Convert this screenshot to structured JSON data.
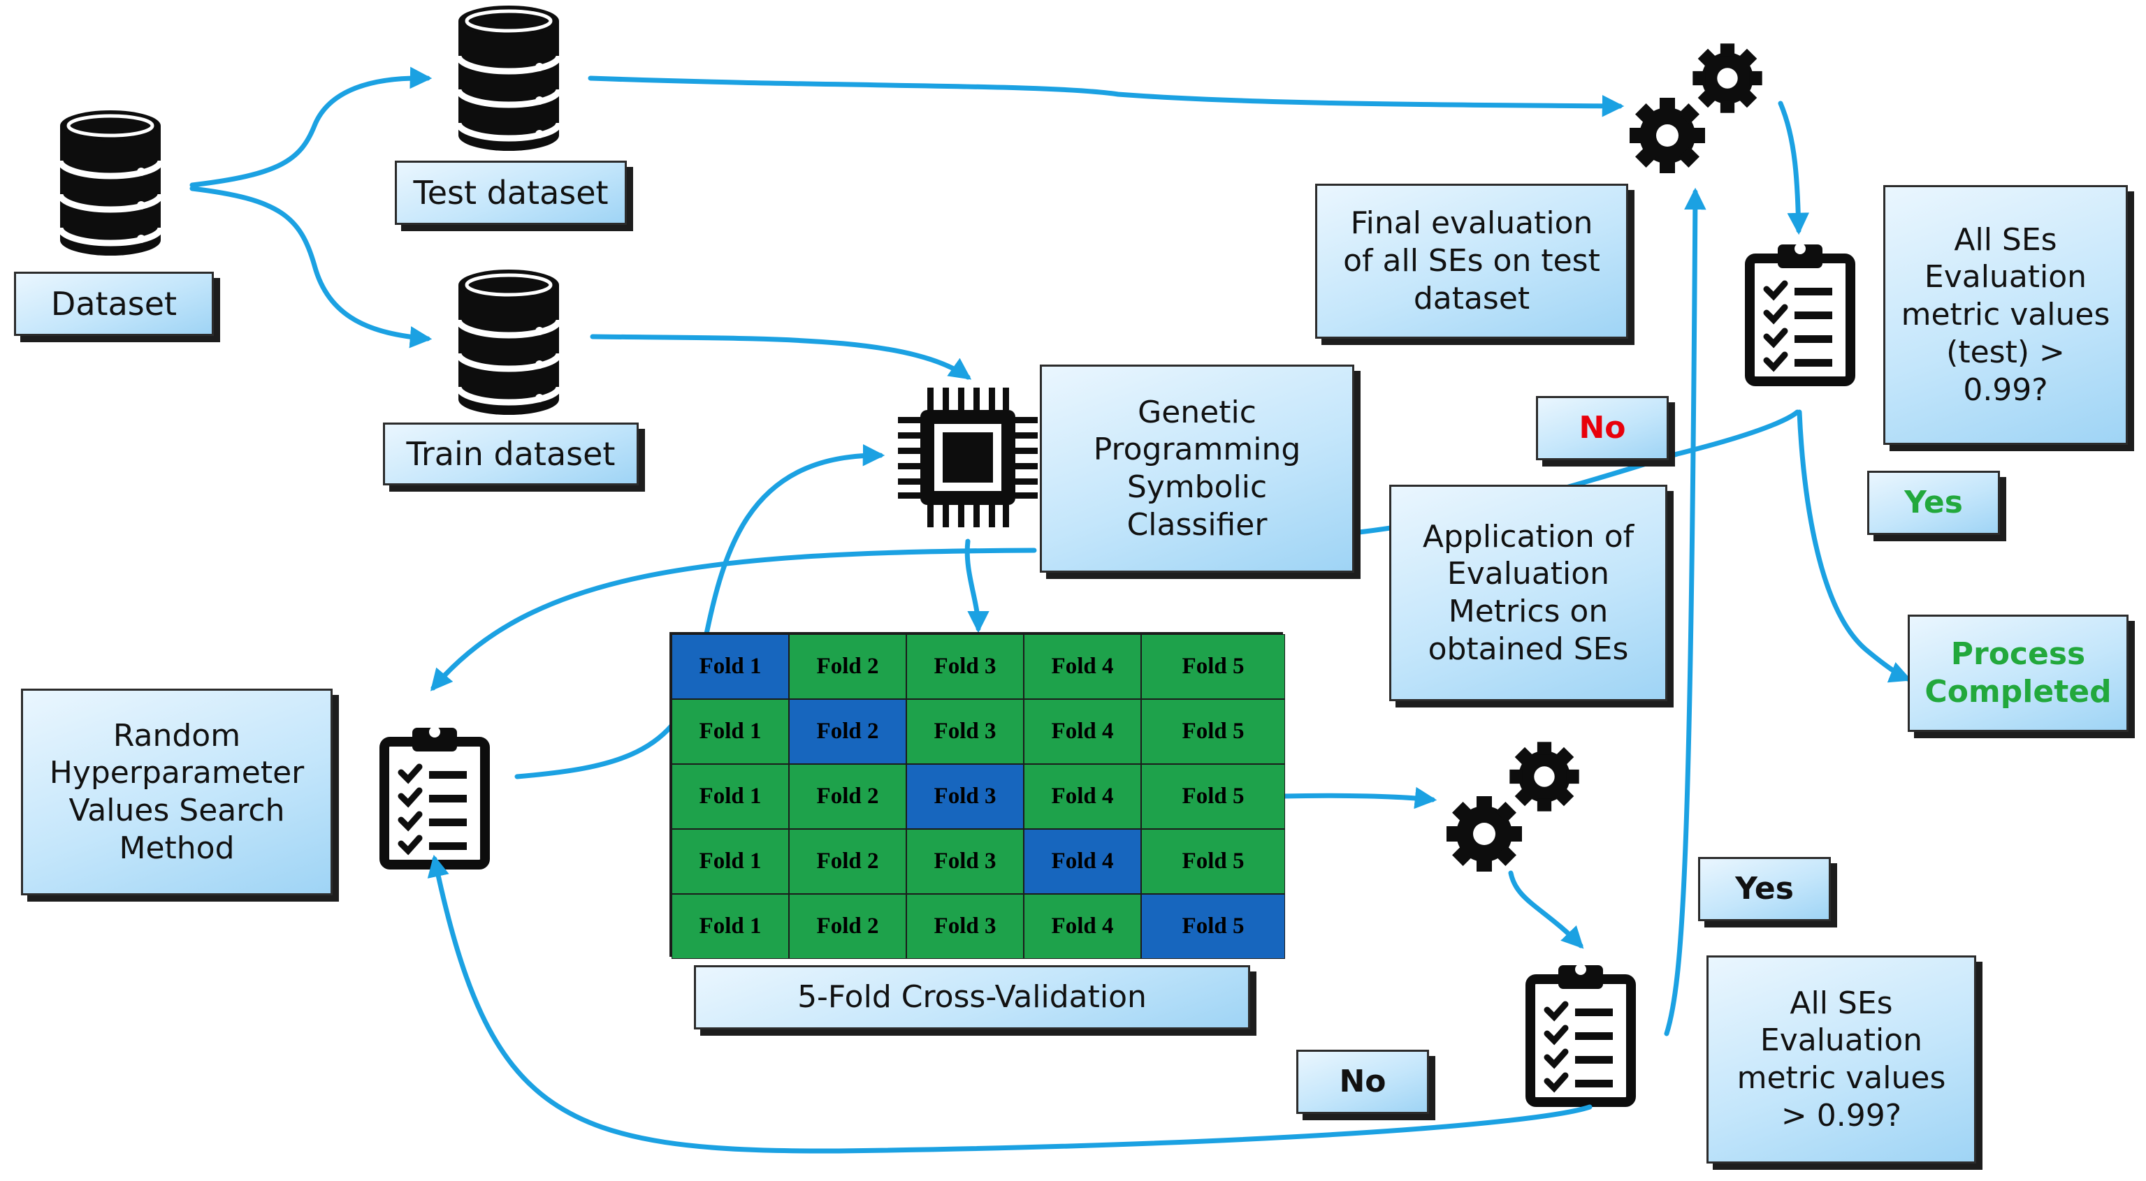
{
  "labels": {
    "dataset": "Dataset",
    "test_dataset": "Test dataset",
    "train_dataset": "Train dataset",
    "gp_classifier": "Genetic Programming Symbolic Classifier",
    "random_search": "Random Hyperparameter Values Search Method",
    "cross_validation": "5-Fold Cross-Validation",
    "final_evaluation": "Final evaluation of all SEs on test dataset",
    "application_metrics": "Application of Evaluation Metrics on obtained SEs",
    "all_ses_test": "All SEs Evaluation metric values (test) > 0.99?",
    "all_ses_cv": "All SEs Evaluation metric values > 0.99?",
    "no_top": "No",
    "yes_top": "Yes",
    "process_completed": "Process Completed",
    "yes_bottom": "Yes",
    "no_bottom": "No"
  },
  "folds": [
    [
      "Fold 1",
      "Fold 2",
      "Fold 3",
      "Fold 4",
      "Fold 5"
    ],
    [
      "Fold 1",
      "Fold 2",
      "Fold 3",
      "Fold 4",
      "Fold 5"
    ],
    [
      "Fold 1",
      "Fold 2",
      "Fold 3",
      "Fold 4",
      "Fold 5"
    ],
    [
      "Fold 1",
      "Fold 2",
      "Fold 3",
      "Fold 4",
      "Fold 5"
    ],
    [
      "Fold 1",
      "Fold 2",
      "Fold 3",
      "Fold 4",
      "Fold 5"
    ]
  ],
  "colors": {
    "arrow": "#1ba1e2",
    "train_fold": "#1ea24b",
    "test_fold": "#1766be",
    "no_text": "#e8000b",
    "yes_text": "#22a83c"
  },
  "icons": [
    "database-icon",
    "cpu-chip-icon",
    "clipboard-checklist-icon",
    "gears-icon"
  ]
}
